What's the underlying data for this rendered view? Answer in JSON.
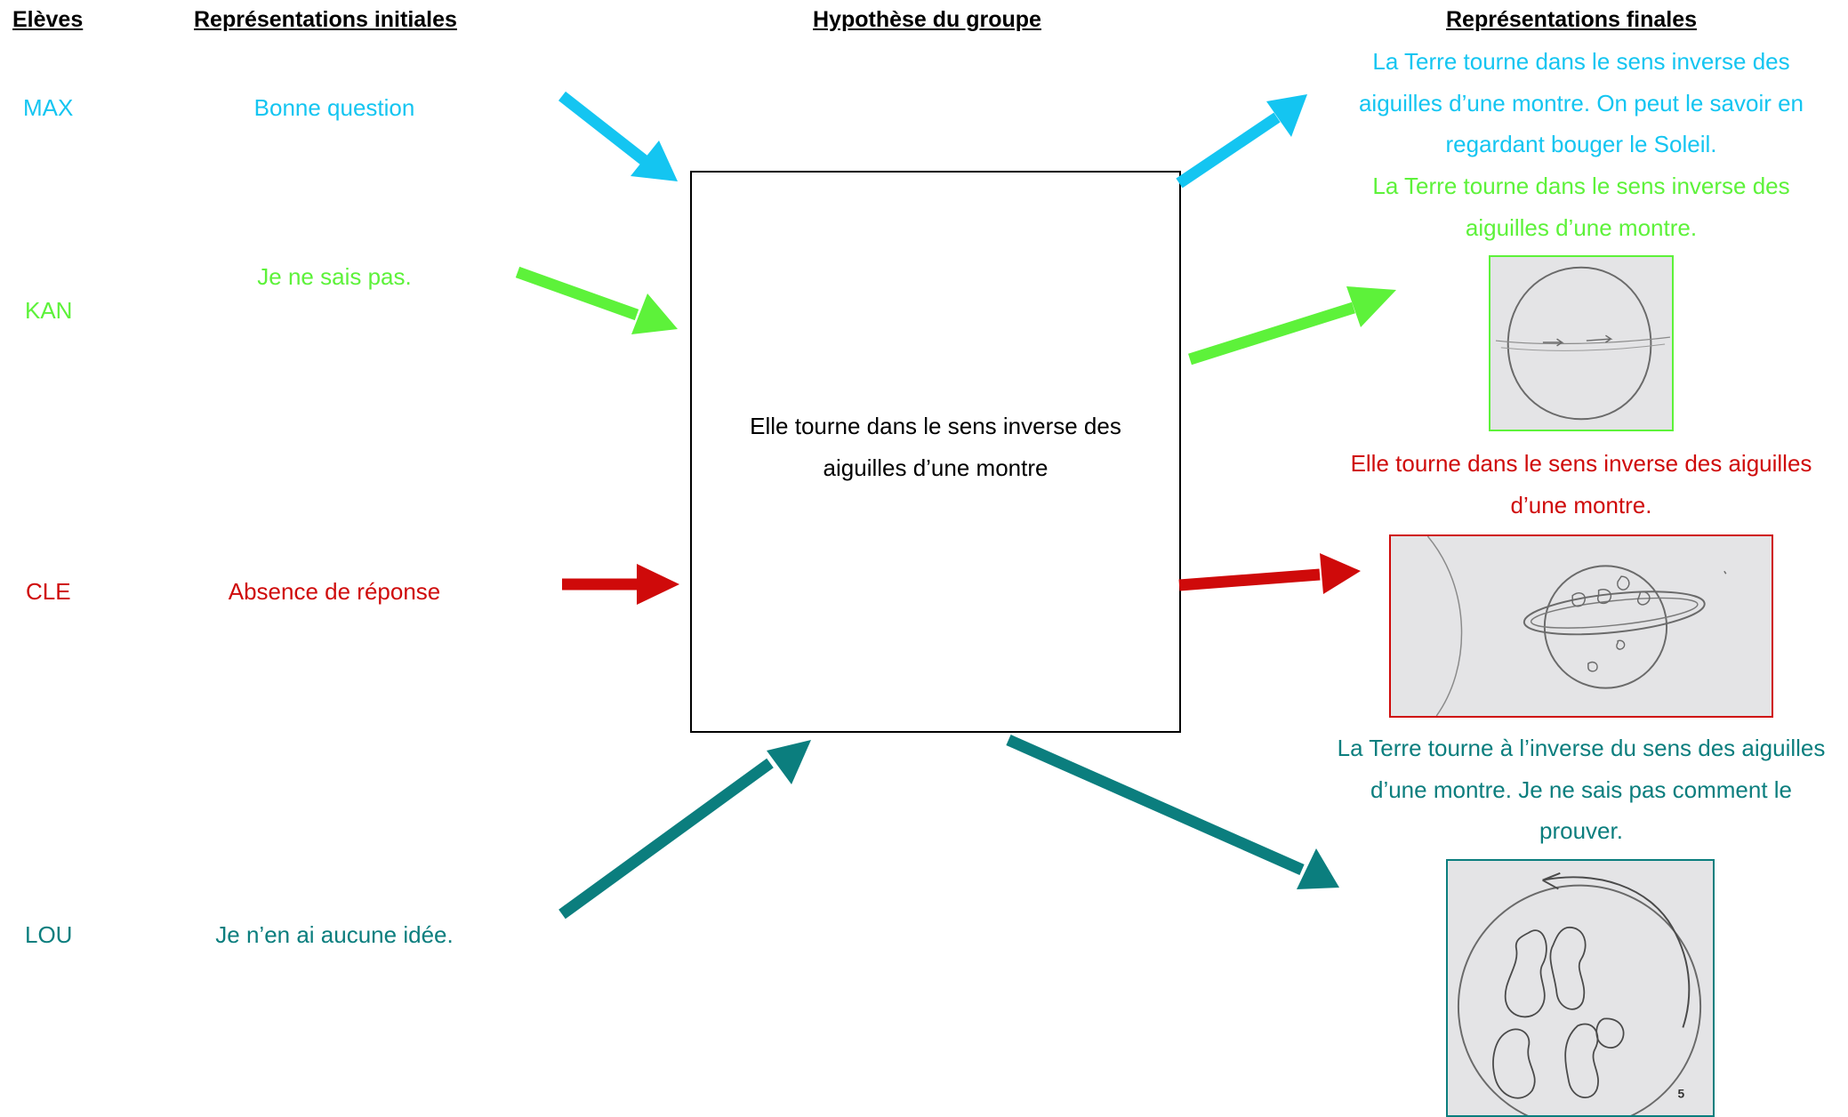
{
  "headers": {
    "students": "Elèves",
    "initial": "Représentations initiales",
    "hypothesis": "Hypothèse du groupe",
    "final": "Représentations finales"
  },
  "colors": {
    "max": "#14c5f1",
    "kan": "#5df23a",
    "cle": "#cf0a0a",
    "lou": "#0b7e7e",
    "sketch_background": "#e4e4e6",
    "pencil": "#6a6a6a"
  },
  "rows": [
    {
      "student": "MAX",
      "initial": "Bonne question"
    },
    {
      "student": "KAN",
      "initial": "Je ne sais pas."
    },
    {
      "student": "CLE",
      "initial": "Absence de réponse"
    },
    {
      "student": "LOU",
      "initial": "Je n’en ai aucune idée."
    }
  ],
  "hypothesis": {
    "lines": [
      "Elle tourne dans le sens inverse des",
      "aiguilles d’une montre"
    ]
  },
  "finals": {
    "max": {
      "lines": [
        "La Terre tourne dans le sens inverse des",
        "aiguilles d’une montre. On peut le savoir en",
        "regardant bouger le Soleil."
      ]
    },
    "kan": {
      "lines": [
        "La Terre tourne dans le sens inverse des",
        "aiguilles d’une montre."
      ]
    },
    "cle": {
      "lines": [
        "Elle tourne dans le sens inverse des aiguilles",
        "d’une montre."
      ]
    },
    "lou": {
      "lines": [
        "La Terre tourne à l’inverse du sens des aiguilles",
        "d’une montre. Je ne sais pas comment le",
        "prouver."
      ],
      "page_number": "5"
    }
  }
}
